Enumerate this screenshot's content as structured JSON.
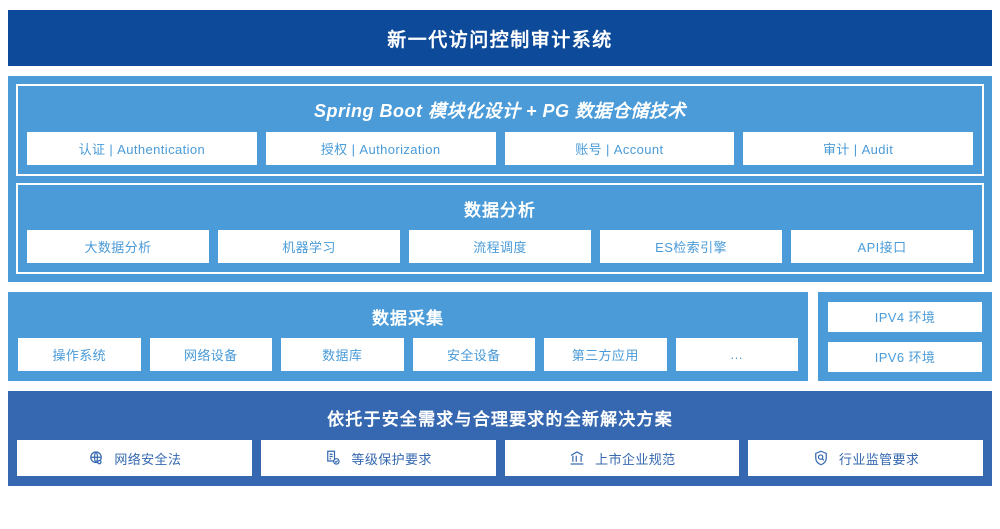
{
  "header": {
    "title": "新一代访问控制审计系统"
  },
  "colors": {
    "header_navy": "#0d4a99",
    "panel_blue": "#4a9bd8",
    "bottom_blue": "#3568b0",
    "chip_white": "#ffffff"
  },
  "architecture": {
    "platform_group": {
      "title": "Spring Boot 模块化设计 + PG 数据仓储技术",
      "chips": [
        "认证 | Authentication",
        "授权 | Authorization",
        "账号 | Account",
        "审计 | Audit"
      ]
    },
    "analysis_group": {
      "title": "数据分析",
      "chips": [
        "大数据分析",
        "机器学习",
        "流程调度",
        "ES检索引擎",
        "API接口"
      ]
    }
  },
  "collection": {
    "title": "数据采集",
    "chips": [
      "操作系统",
      "网络设备",
      "数据库",
      "安全设备",
      "第三方应用",
      "…"
    ]
  },
  "environments": {
    "chips": [
      "IPV4 环境",
      "IPV6 环境"
    ]
  },
  "solution": {
    "title": "依托于安全需求与合理要求的全新解决方案",
    "chips": [
      {
        "label": "网络安全法",
        "icon": "globe-network-icon"
      },
      {
        "label": "等级保护要求",
        "icon": "document-check-icon"
      },
      {
        "label": "上市企业规范",
        "icon": "bank-building-icon"
      },
      {
        "label": "行业监管要求",
        "icon": "shield-search-icon"
      }
    ]
  }
}
